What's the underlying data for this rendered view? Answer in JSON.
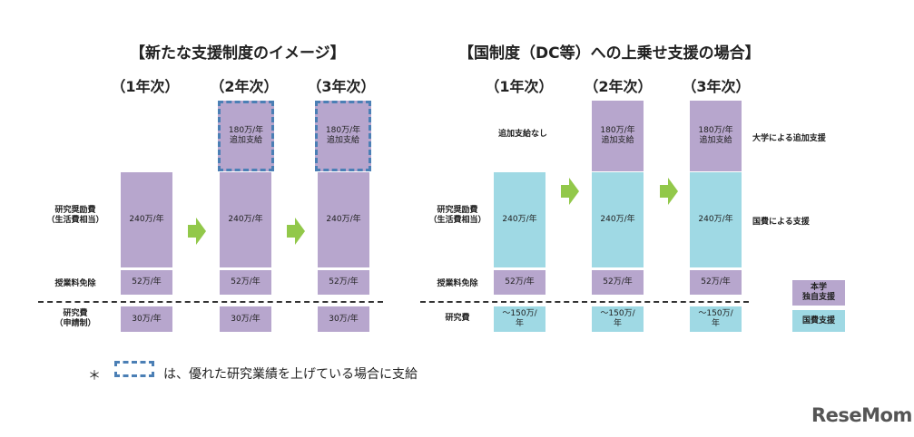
{
  "left": {
    "title": "【新たな支援制度のイメージ】",
    "years": [
      "（1年次）",
      "（2年次）",
      "（3年次）"
    ],
    "row_labels": {
      "stipend": "研究奨励費\n（生活費相当）",
      "tuition": "授業料免除",
      "research": "研究費\n（申請制）"
    },
    "additional": "180万/年\n追加支給",
    "stipend_value": "240万/年",
    "tuition_value": "52万/年",
    "research_value": "30万/年"
  },
  "right": {
    "title": "【国制度（DC等）への上乗せ支援の場合】",
    "years": [
      "（1年次）",
      "（2年次）",
      "（3年次）"
    ],
    "row_labels": {
      "stipend": "研究奨励費\n（生活費相当）",
      "tuition": "授業料免除",
      "research": "研究費"
    },
    "no_additional": "追加支給なし",
    "additional": "180万/年\n追加支給",
    "stipend_value": "240万/年",
    "tuition_value": "52万/年",
    "research_value": "～150万/\n年",
    "side_labels": {
      "university": "大学による追加支援",
      "national": "国費による支援"
    },
    "legend": {
      "university": "本学\n独自支援",
      "national": "国費支援"
    }
  },
  "note": {
    "star": "＊",
    "text": "は、優れた研究業績を上げている場合に支給"
  },
  "logo": "ReseMom",
  "colors": {
    "purple": "#b7a6cd",
    "cyan": "#9fd9e4",
    "arrow": "#92c84a",
    "dash_border": "#4b7fb5"
  }
}
